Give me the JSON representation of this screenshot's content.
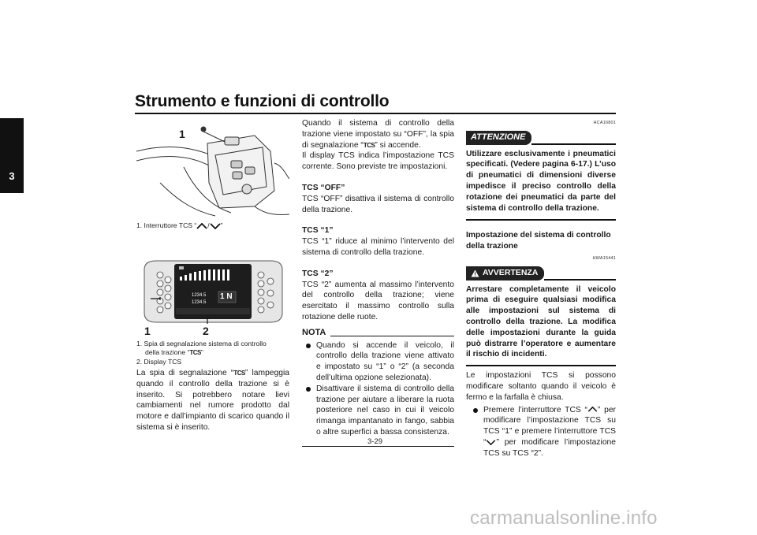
{
  "header": {
    "title": "Strumento e funzioni di controllo"
  },
  "chapter_tab": "3",
  "figure1": {
    "callout": "1",
    "caption_prefix": "1. Interruttore TCS “",
    "caption_sep": "/",
    "caption_suffix": "”"
  },
  "figure2": {
    "callout_1": "1",
    "callout_2": "2",
    "caption_1_prefix": "1. Spia di segnalazione sistema di controllo",
    "caption_1_line2_prefix": "della trazione “",
    "caption_1_line2_suffix": "”",
    "caption_2": "2. Display TCS",
    "display_odo_1": "1234.5",
    "display_odo_2": "1234.5",
    "display_gear": "1 N"
  },
  "tcs_glyph": "TCS",
  "col1": {
    "para1_a": "La spia di segnalazione “",
    "para1_b": "” lampeggia quando il controllo della trazione si è inserito. Si potrebbero notare lievi cambiamenti nel rumore prodotto dal motore e dall’impianto di scarico quando il sistema si è inserito."
  },
  "col2": {
    "intro_a": "Quando il sistema di controllo della trazione viene impostato su “OFF”, la spia di segnalazione “",
    "intro_b": "” si accende.",
    "intro_2": "Il display TCS indica l’impostazione TCS corrente. Sono previste tre impostazioni.",
    "sections": [
      {
        "heading": "TCS “OFF”",
        "body": "TCS “OFF” disattiva il sistema di controllo della trazione."
      },
      {
        "heading": "TCS “1”",
        "body": "TCS “1” riduce al minimo l’intervento del sistema di controllo della trazione."
      },
      {
        "heading": "TCS “2”",
        "body": "TCS “2” aumenta al massimo l’intervento del controllo della trazione; viene esercitato il massimo controllo sulla rotazione delle ruote."
      }
    ],
    "nota": {
      "label": "NOTA",
      "items": [
        "Quando si accende il veicolo, il controllo della trazione viene attivato e impostato su “1” o “2” (a seconda dell’ultima opzione selezionata).",
        "Disattivare il sistema di controllo della trazione per aiutare a liberare la ruota posteriore nel caso in cui il veicolo rimanga impantanato in fango, sabbia o altre superfici a bassa consistenza."
      ]
    }
  },
  "col3": {
    "attention": {
      "code": "HCA16801",
      "label": "ATTENZIONE",
      "text": "Utilizzare esclusivamente i pneumatici specificati. (Vedere pagina 6-17.) L’uso di pneumatici di dimensioni diverse impedisce il preciso controllo della rotazione dei pneumatici da parte del sistema di controllo della trazione."
    },
    "setup_heading": "Impostazione del sistema di controllo della trazione",
    "warning": {
      "code": "HWA15441",
      "label": "AVVERTENZA",
      "text": "Arrestare completamente il veicolo prima di eseguire qualsiasi modifica alle impostazioni sul sistema di controllo della trazione. La modifica delle impostazioni durante la guida può distrarre l’operatore e aumentare il rischio di incidenti."
    },
    "body": "Le impostazioni TCS si possono modificare soltanto quando il veicolo è fermo e la farfalla è chiusa.",
    "bullet_a": "Premere l’interruttore TCS “",
    "bullet_b": "” per modificare l’impostazione TCS su TCS “1” e premere l’interruttore TCS “",
    "bullet_c": "” per modificare l’impostazione TCS su TCS “2”."
  },
  "page_number": "3-29",
  "watermark": "carmanualsonline.info"
}
